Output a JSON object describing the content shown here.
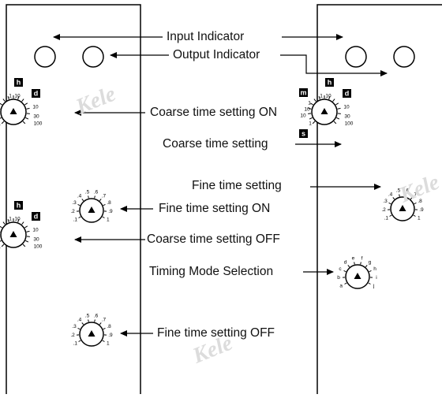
{
  "labels": {
    "input_indicator": "Input Indicator",
    "output_indicator": "Output Indicator",
    "coarse_on": "Coarse time setting ON",
    "coarse": "Coarse time setting",
    "fine": "Fine time setting",
    "fine_on": "Fine time setting ON",
    "coarse_off": "Coarse time setting OFF",
    "mode": "Timing Mode Selection",
    "fine_off": "Fine time setting OFF"
  },
  "coarse_dial": {
    "unit_m": "m",
    "unit_h": "h",
    "unit_d": "d",
    "unit_s": "s",
    "scale": [
      "1",
      "10",
      "1",
      "10",
      "10",
      "30",
      "100",
      "10",
      "1"
    ]
  },
  "fine_dial": {
    "scale": [
      ".1",
      ".2",
      ".3",
      ".4",
      ".5",
      ".6",
      ".7",
      ".8",
      ".9",
      "1"
    ]
  },
  "mode_dial": {
    "scale": [
      "a",
      "b",
      "c",
      "d",
      "e",
      "f",
      "g",
      "h",
      "i",
      "j"
    ]
  },
  "watermark": "Kele"
}
